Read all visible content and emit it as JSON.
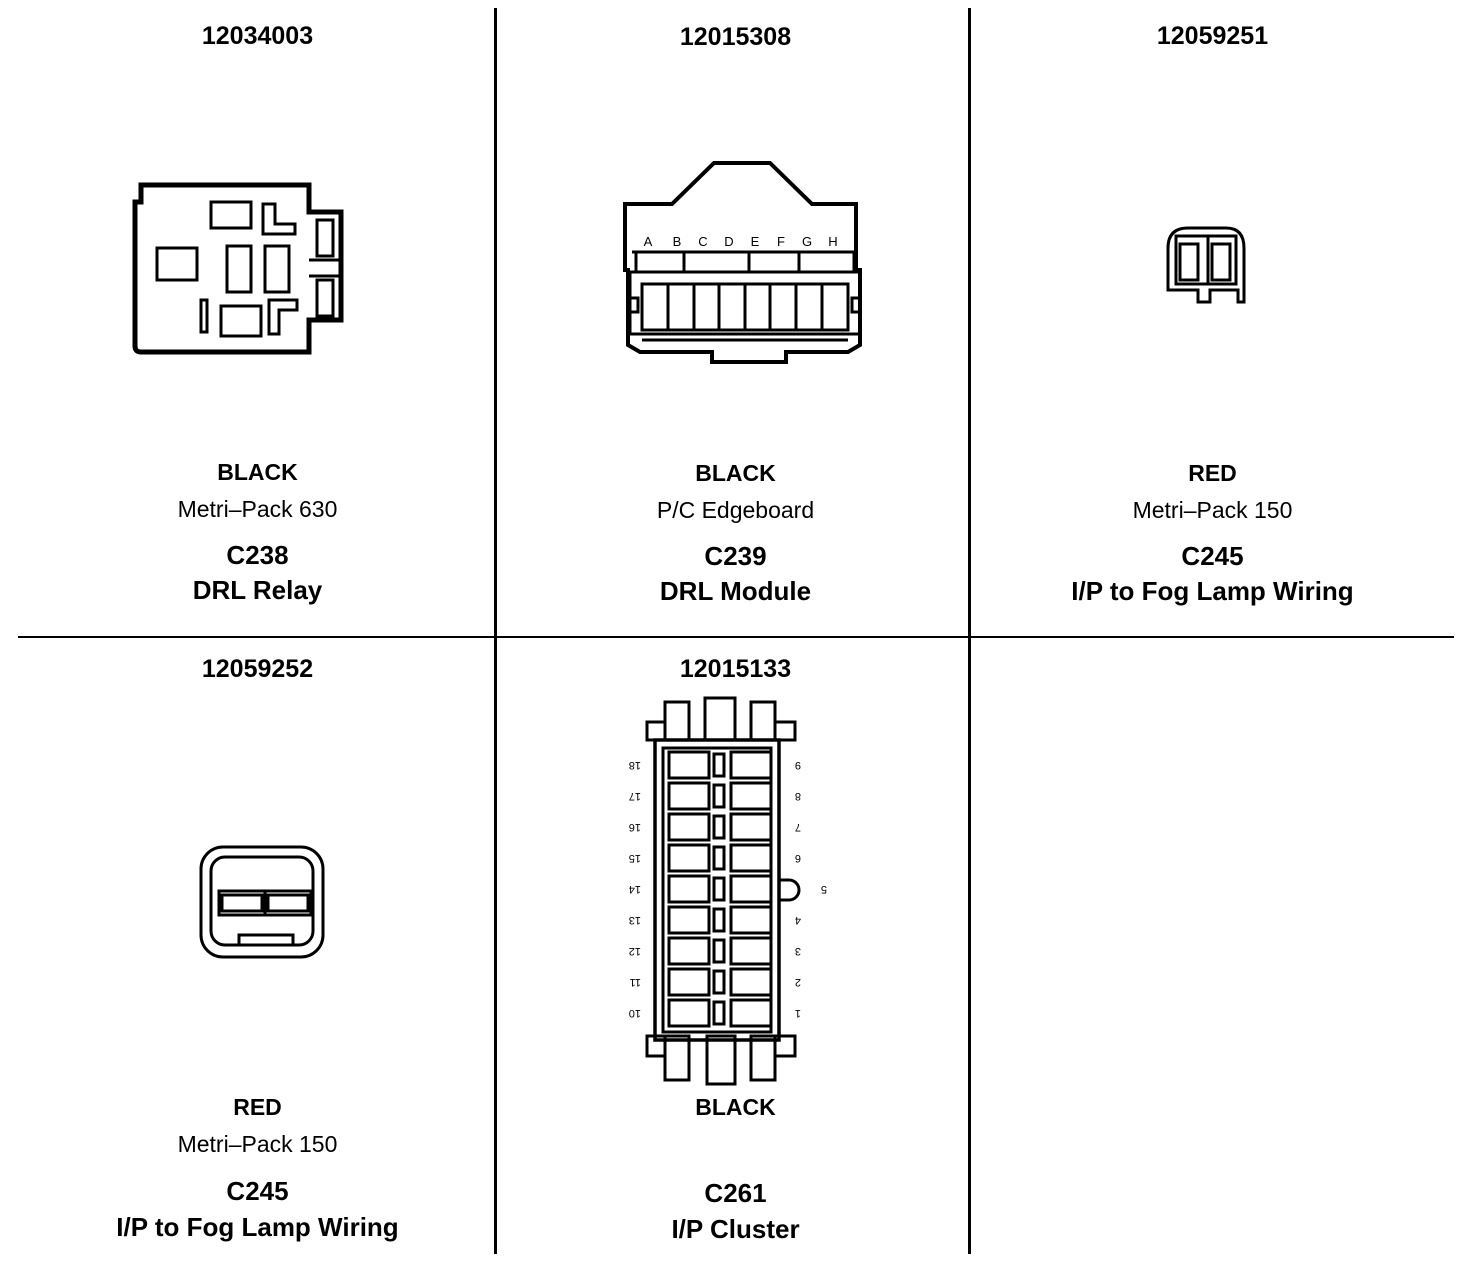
{
  "connectors": [
    {
      "part_number": "12034003",
      "color": "BLACK",
      "type": "Metri–Pack 630",
      "id": "C238",
      "description": "DRL Relay",
      "icon": "metri-pack-630-relay-connector-face"
    },
    {
      "part_number": "12015308",
      "color": "BLACK",
      "type": "P/C Edgeboard",
      "id": "C239",
      "description": "DRL Module",
      "icon": "edgeboard-8-way-connector-face",
      "pins": [
        "A",
        "B",
        "C",
        "D",
        "E",
        "F",
        "G",
        "H"
      ]
    },
    {
      "part_number": "12059251",
      "color": "RED",
      "type": "Metri–Pack 150",
      "id": "C245",
      "description": "I/P to Fog Lamp Wiring",
      "icon": "metri-pack-150-2-way-female-face"
    },
    {
      "part_number": "12059252",
      "color": "RED",
      "type": "Metri–Pack 150",
      "id": "C245",
      "description": "I/P to Fog Lamp Wiring",
      "icon": "metri-pack-150-2-way-male-face"
    },
    {
      "part_number": "12015133",
      "color": "BLACK",
      "id": "C261",
      "description": "I/P Cluster",
      "icon": "cluster-18-way-connector-face",
      "pins_right": [
        "9",
        "8",
        "7",
        "6",
        "5",
        "4",
        "3",
        "2",
        "1"
      ],
      "pins_left": [
        "18",
        "17",
        "16",
        "15",
        "14",
        "13",
        "12",
        "11",
        "10"
      ]
    }
  ]
}
